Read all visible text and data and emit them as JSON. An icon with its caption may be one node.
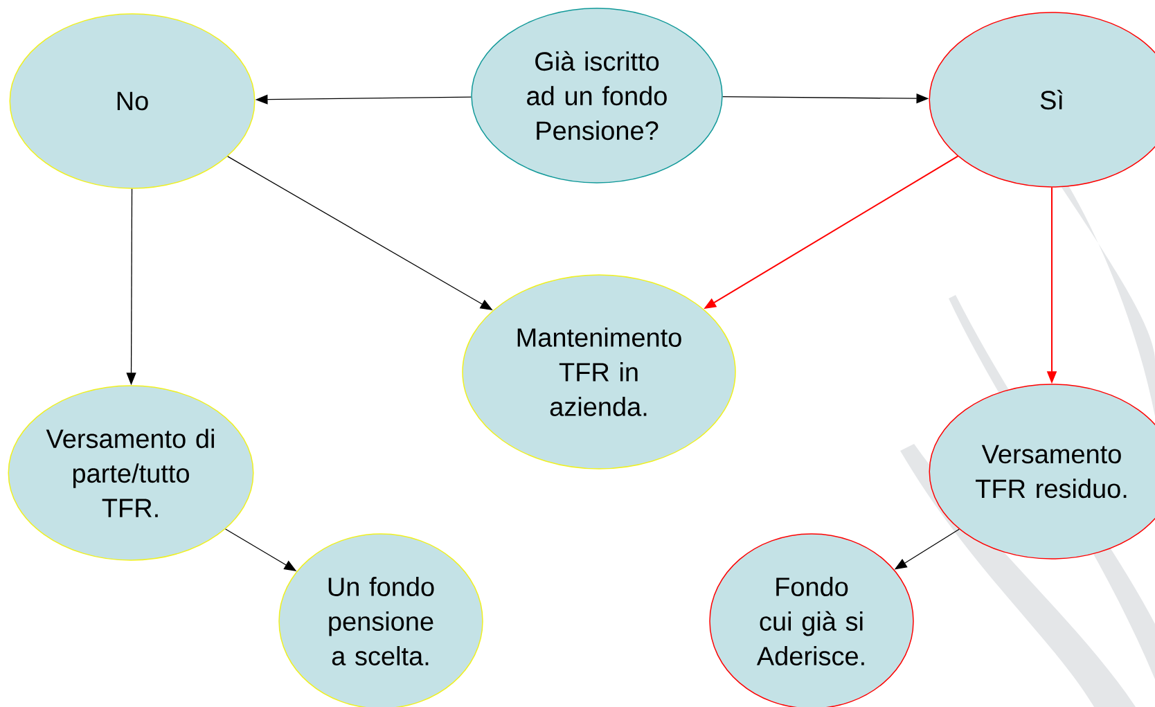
{
  "diagram": {
    "nodes": [
      {
        "text": [
          "Già iscritto ad un fondo Pensione?"
        ]
      },
      {
        "text": [
          "No"
        ]
      },
      {
        "text": [
          "Sì"
        ]
      },
      {
        "text": [
          "Mantenimento TFR in azienda."
        ]
      },
      {
        "text": [
          "Versamento di parte/tutto TFR."
        ]
      },
      {
        "text": [
          "Un fondo pensione a scelta."
        ]
      },
      {
        "text": [
          "Versamento TFR residuo."
        ]
      },
      {
        "text": [
          "Fondo cui già si Aderisce."
        ]
      }
    ],
    "edges": [
      {
        "from": 0,
        "to": 1,
        "arrow": "to"
      },
      {
        "from": 0,
        "to": 2,
        "arrow": "to"
      },
      {
        "from": 1,
        "to": 4,
        "arrow": "to"
      },
      {
        "from": 1,
        "to": 3,
        "arrow": "to"
      },
      {
        "from": 2,
        "to": 3,
        "arrow": "to",
        "color": "#ff0000"
      },
      {
        "from": 2,
        "to": 6,
        "arrow": "to",
        "color": "#ff0000"
      },
      {
        "from": 4,
        "to": 5,
        "arrow": "to"
      },
      {
        "from": 6,
        "to": 7,
        "arrow": "to"
      }
    ]
  }
}
